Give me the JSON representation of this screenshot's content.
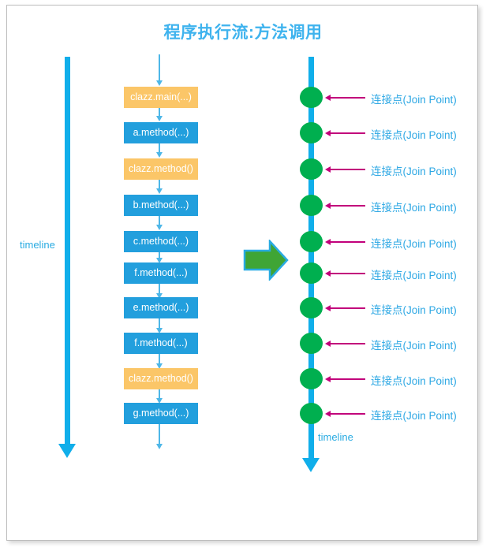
{
  "diagram": {
    "title": "程序执行流:方法调用",
    "title_color": "#3FB3EE",
    "background_color": "#ffffff",
    "border_color": "#bdbdbd"
  },
  "left_timeline": {
    "label": "timeline",
    "color": "#10AEEA"
  },
  "right_timeline": {
    "label": "timeline",
    "color": "#10AEEA"
  },
  "transform_arrow": {
    "icon": "right-arrow-icon",
    "fill_color": "#3FA535",
    "stroke_color": "#29ABE2"
  },
  "flow": {
    "blue_color": "#229FDD",
    "orange_color": "#FBC668",
    "connector_color": "#4EB7E8",
    "steps": [
      {
        "label": "clazz.main(...)",
        "type": "orange"
      },
      {
        "label": "a.method(...)",
        "type": "blue"
      },
      {
        "label": "clazz.method()",
        "type": "orange"
      },
      {
        "label": "b.method(...)",
        "type": "blue"
      },
      {
        "label": "c.method(...)",
        "type": "blue"
      },
      {
        "label": "f.method(...)",
        "type": "blue"
      },
      {
        "label": "e.method(...)",
        "type": "blue"
      },
      {
        "label": "f.method(...)",
        "type": "blue"
      },
      {
        "label": "clazz.method()",
        "type": "orange"
      },
      {
        "label": "g.method(...)",
        "type": "blue"
      }
    ]
  },
  "join_points": {
    "dot_color": "#00AF4F",
    "arrow_color": "#C2007B",
    "label_color": "#2EA8E4",
    "items": [
      {
        "label": "连接点(Join Point)"
      },
      {
        "label": "连接点(Join Point)"
      },
      {
        "label": "连接点(Join Point)"
      },
      {
        "label": "连接点(Join Point)"
      },
      {
        "label": "连接点(Join Point)"
      },
      {
        "label": "连接点(Join Point)"
      },
      {
        "label": "连接点(Join Point)"
      },
      {
        "label": "连接点(Join Point)"
      },
      {
        "label": "连接点(Join Point)"
      },
      {
        "label": "连接点(Join Point)"
      }
    ]
  }
}
